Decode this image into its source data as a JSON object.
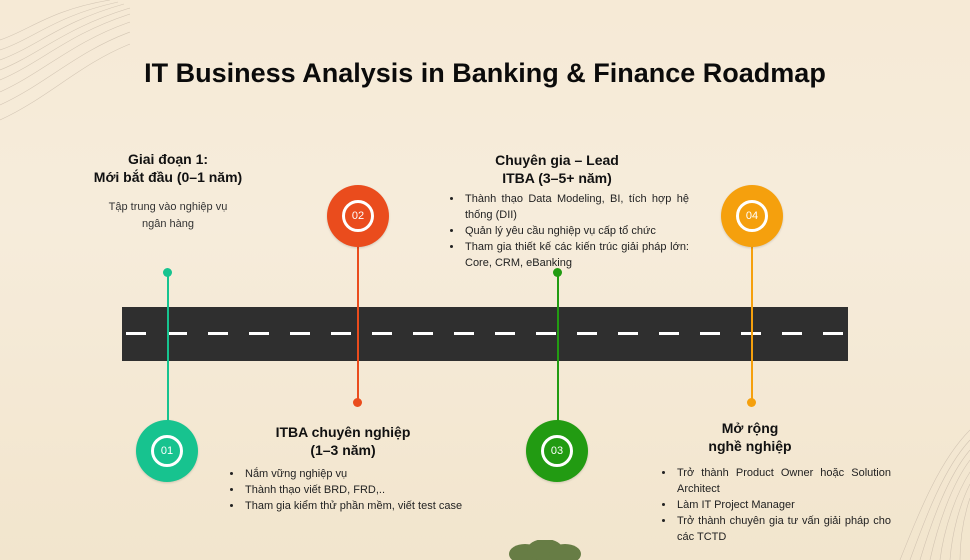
{
  "title": "IT Business Analysis in Banking & Finance Roadmap",
  "colors": {
    "stage1": "#17c38f",
    "stage2": "#ea4c1d",
    "stage3": "#229b12",
    "stage4": "#f5a00d",
    "road": "#2f2f2f",
    "background": "#f6ead6"
  },
  "stages": [
    {
      "number": "01",
      "heading": [
        "Giai đoạn 1:",
        "Mới bắt đầu (0–1 năm)"
      ],
      "description": [
        "Tập trung vào nghiệp vụ",
        "ngân hàng"
      ]
    },
    {
      "number": "02",
      "heading": [
        "ITBA chuyên nghiệp",
        "(1–3 năm)"
      ],
      "bullets": [
        "Nắm vững nghiệp vụ",
        "Thành thạo viết BRD, FRD,..",
        "Tham gia kiểm thử phần mềm, viết test case"
      ]
    },
    {
      "number": "03",
      "heading": [
        "Chuyên gia – Lead",
        "ITBA (3–5+ năm)"
      ],
      "bullets": [
        "Thành thạo Data Modeling, BI, tích hợp hệ thống (DII)",
        "Quản lý yêu cầu nghiệp vụ cấp tổ chức",
        "Tham gia thiết kế các kiến trúc giải pháp lớn: Core, CRM, eBanking"
      ]
    },
    {
      "number": "04",
      "heading": [
        "Mở rộng",
        "nghề nghiệp"
      ],
      "bullets": [
        "Trở thành Product Owner hoặc Solution Architect",
        "Làm IT Project Manager",
        "Trở thành chuyên gia tư vấn giải pháp cho các TCTD"
      ]
    }
  ]
}
